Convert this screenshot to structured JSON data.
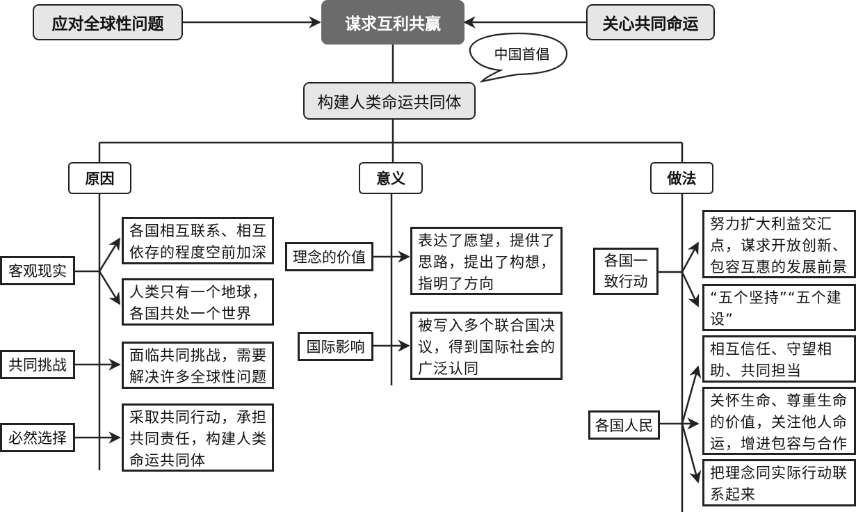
{
  "diagram": {
    "root": "谋求互利共赢",
    "left_input": "应对全球性问题",
    "right_input": "关心共同命运",
    "center": "构建人类命运共同体",
    "callout": "中国首倡",
    "categories": [
      {
        "title": "原因",
        "groups": [
          {
            "label": "客观现实",
            "items": [
              "各国相互联系、相互依存的程度空前加深",
              "人类只有一个地球，各国共处一个世界"
            ]
          },
          {
            "label": "共同挑战",
            "items": [
              "面临共同挑战，需要解决许多全球性问题"
            ]
          },
          {
            "label": "必然选择",
            "items": [
              "采取共同行动，承担共同责任，构建人类命运共同体"
            ]
          }
        ]
      },
      {
        "title": "意义",
        "groups": [
          {
            "label": "理念的价值",
            "items": [
              "表达了愿望，提供了思路，提出了构想，指明了方向"
            ]
          },
          {
            "label": "国际影响",
            "items": [
              "被写入多个联合国决议，得到国际社会的广泛认同"
            ]
          }
        ]
      },
      {
        "title": "做法",
        "groups": [
          {
            "label": "各国一致行动",
            "items": [
              "努力扩大利益交汇点，谋求开放创新、包容互惠的发展前景",
              "“五个坚持”“五个建设”"
            ]
          },
          {
            "label": "各国人民",
            "items": [
              "相互信任、守望相助、共同担当",
              "关怀生命、尊重生命的价值，关注他人命运，增进包容与合作",
              "把理念同实际行动联系起来"
            ]
          }
        ]
      }
    ]
  },
  "colors": {
    "root_fill": "#6b6b6b",
    "top_fill": "#e6e6e6",
    "line": "#222222"
  }
}
